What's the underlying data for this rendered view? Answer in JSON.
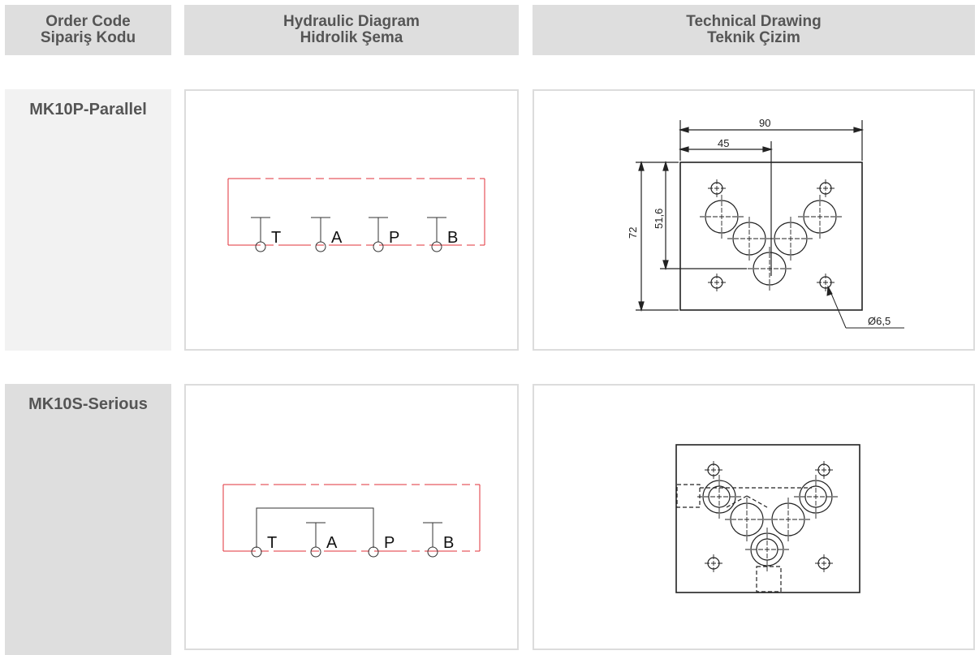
{
  "headers": {
    "order_code": {
      "en": "Order Code",
      "tr": "Sipariş Kodu"
    },
    "hydraulic": {
      "en": "Hydraulic Diagram",
      "tr": "Hidrolik Şema"
    },
    "technical": {
      "en": "Technical Drawing",
      "tr": "Teknik Çizim"
    }
  },
  "rows": [
    {
      "code": "MK10P-Parallel",
      "ports": [
        "T",
        "A",
        "P",
        "B"
      ],
      "dims": {
        "width": "90",
        "half": "45",
        "height": "72",
        "port_height": "51,6",
        "hole": "Ø6,5"
      }
    },
    {
      "code": "MK10S-Serious",
      "ports": [
        "T",
        "A",
        "P",
        "B"
      ]
    }
  ],
  "colors": {
    "header_bg": "#dedede",
    "header_text": "#555555",
    "code_bg_1": "#f2f2f2",
    "code_bg_2": "#dedede",
    "panel_border": "#dcdcdc",
    "symbol_line": "#e0303a"
  }
}
